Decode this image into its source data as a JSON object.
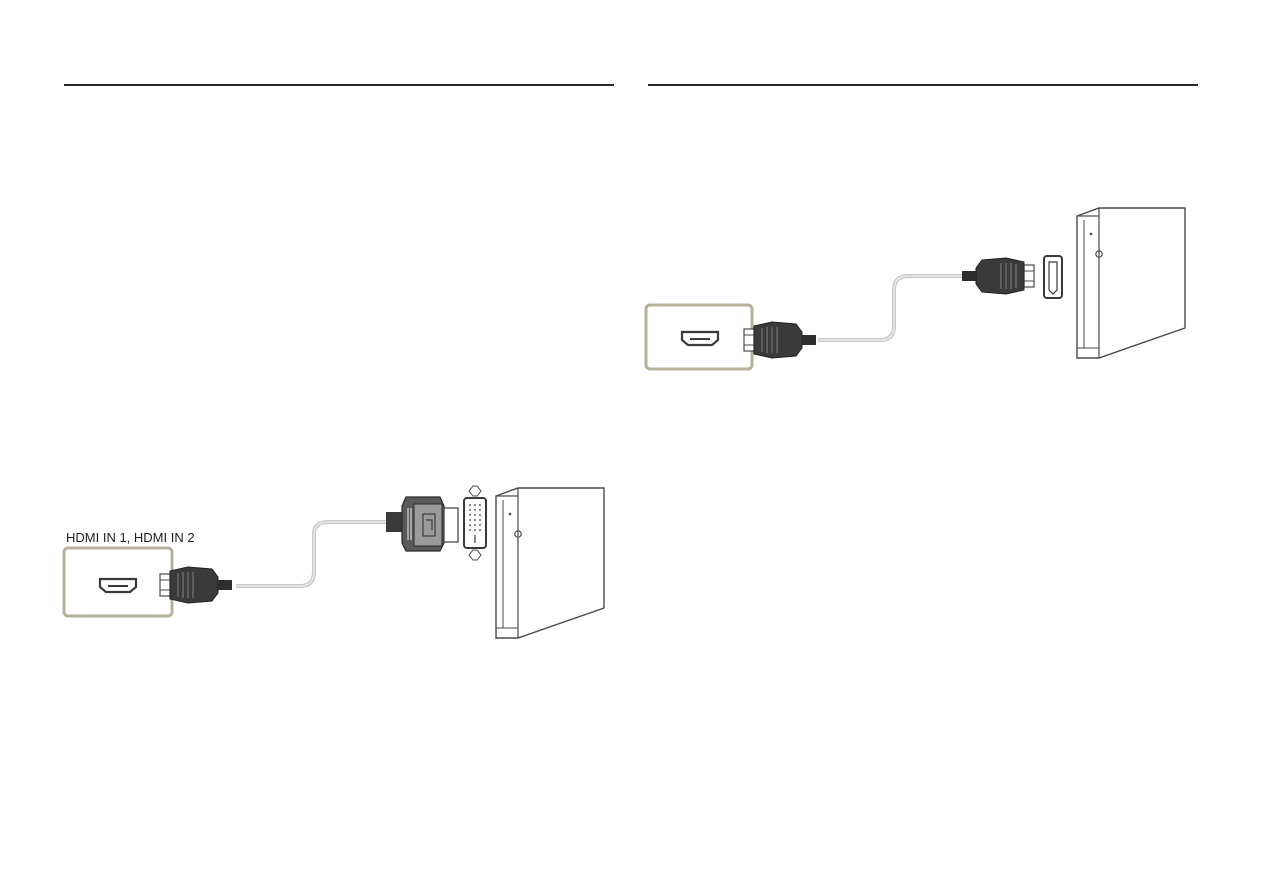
{
  "left_panel": {
    "port_label": "HDMI IN 1, HDMI IN 2",
    "source_connector": "dvi-port",
    "device": "pc-tower"
  },
  "right_panel": {
    "port_label": "",
    "source_connector": "hdmi-port",
    "device": "pc-tower"
  },
  "colors": {
    "rule": "#2a2a2a",
    "port_frame": "#b5b19b",
    "connector": "#3a3a3a",
    "cable": "#c8c8c8",
    "outline": "#4a4a4a"
  }
}
